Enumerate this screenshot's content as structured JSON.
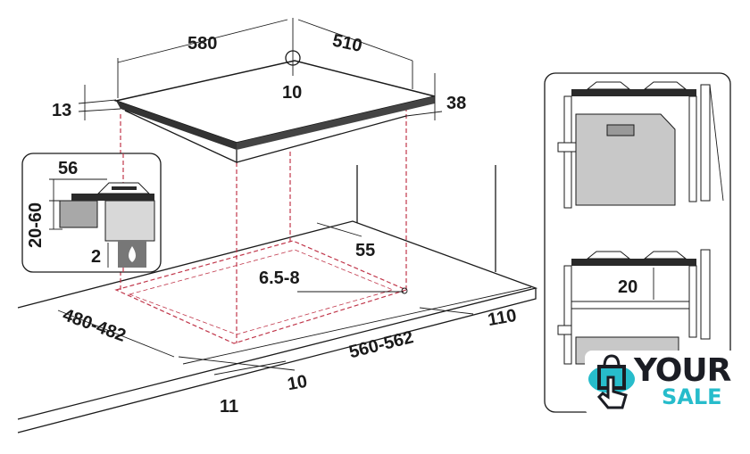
{
  "diagram": {
    "hob_dimensions": {
      "width": "580",
      "depth": "510",
      "corner_hole": "10",
      "glass_thickness": "13",
      "height": "38"
    },
    "cutout_dimensions": {
      "rear_gap": "55",
      "pin_diameter": "6.5-8",
      "cutout_depth": "480-482",
      "cutout_width": "560-562",
      "side_clearance": "110",
      "front_gap": "10",
      "front_offset": "11"
    },
    "inset": {
      "top_offset": "56",
      "drawer_gap": "20-60",
      "base_gap": "2"
    },
    "side_panel": {
      "shelf_gap": "20"
    },
    "colors": {
      "line": "#1a1a1a",
      "guide": "#c0364a",
      "panel_fill": "#c8c8c8",
      "brand_teal": "#27bccb"
    }
  },
  "logo": {
    "line1": "YOUR",
    "line2": "SALE"
  }
}
